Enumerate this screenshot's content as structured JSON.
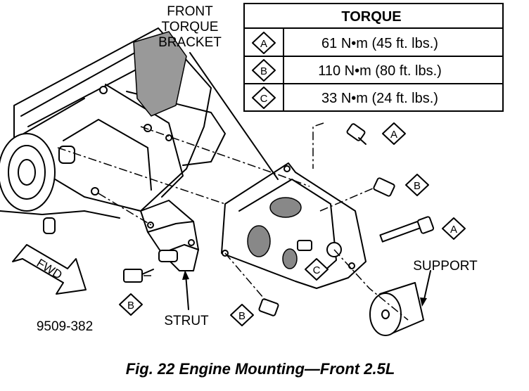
{
  "figure": {
    "caption": "Fig. 22 Engine Mounting—Front 2.5L",
    "figure_number": "9509-382"
  },
  "labels": {
    "front_torque_bracket": [
      "FRONT",
      "TORQUE",
      "BRACKET"
    ],
    "support": "SUPPORT",
    "strut": "STRUT",
    "fwd": "FWD"
  },
  "torque_table": {
    "header": "TORQUE",
    "rows": [
      {
        "key": "A",
        "value": "61 N•m (45 ft. lbs.)"
      },
      {
        "key": "B",
        "value": "110 N•m (80 ft. lbs.)"
      },
      {
        "key": "C",
        "value": "33 N•m (24 ft. lbs.)"
      }
    ]
  },
  "callouts": {
    "a_upper": "A",
    "b_upper": "B",
    "a_right": "A",
    "c_center": "C",
    "b_left": "B",
    "b_bottom": "B"
  }
}
